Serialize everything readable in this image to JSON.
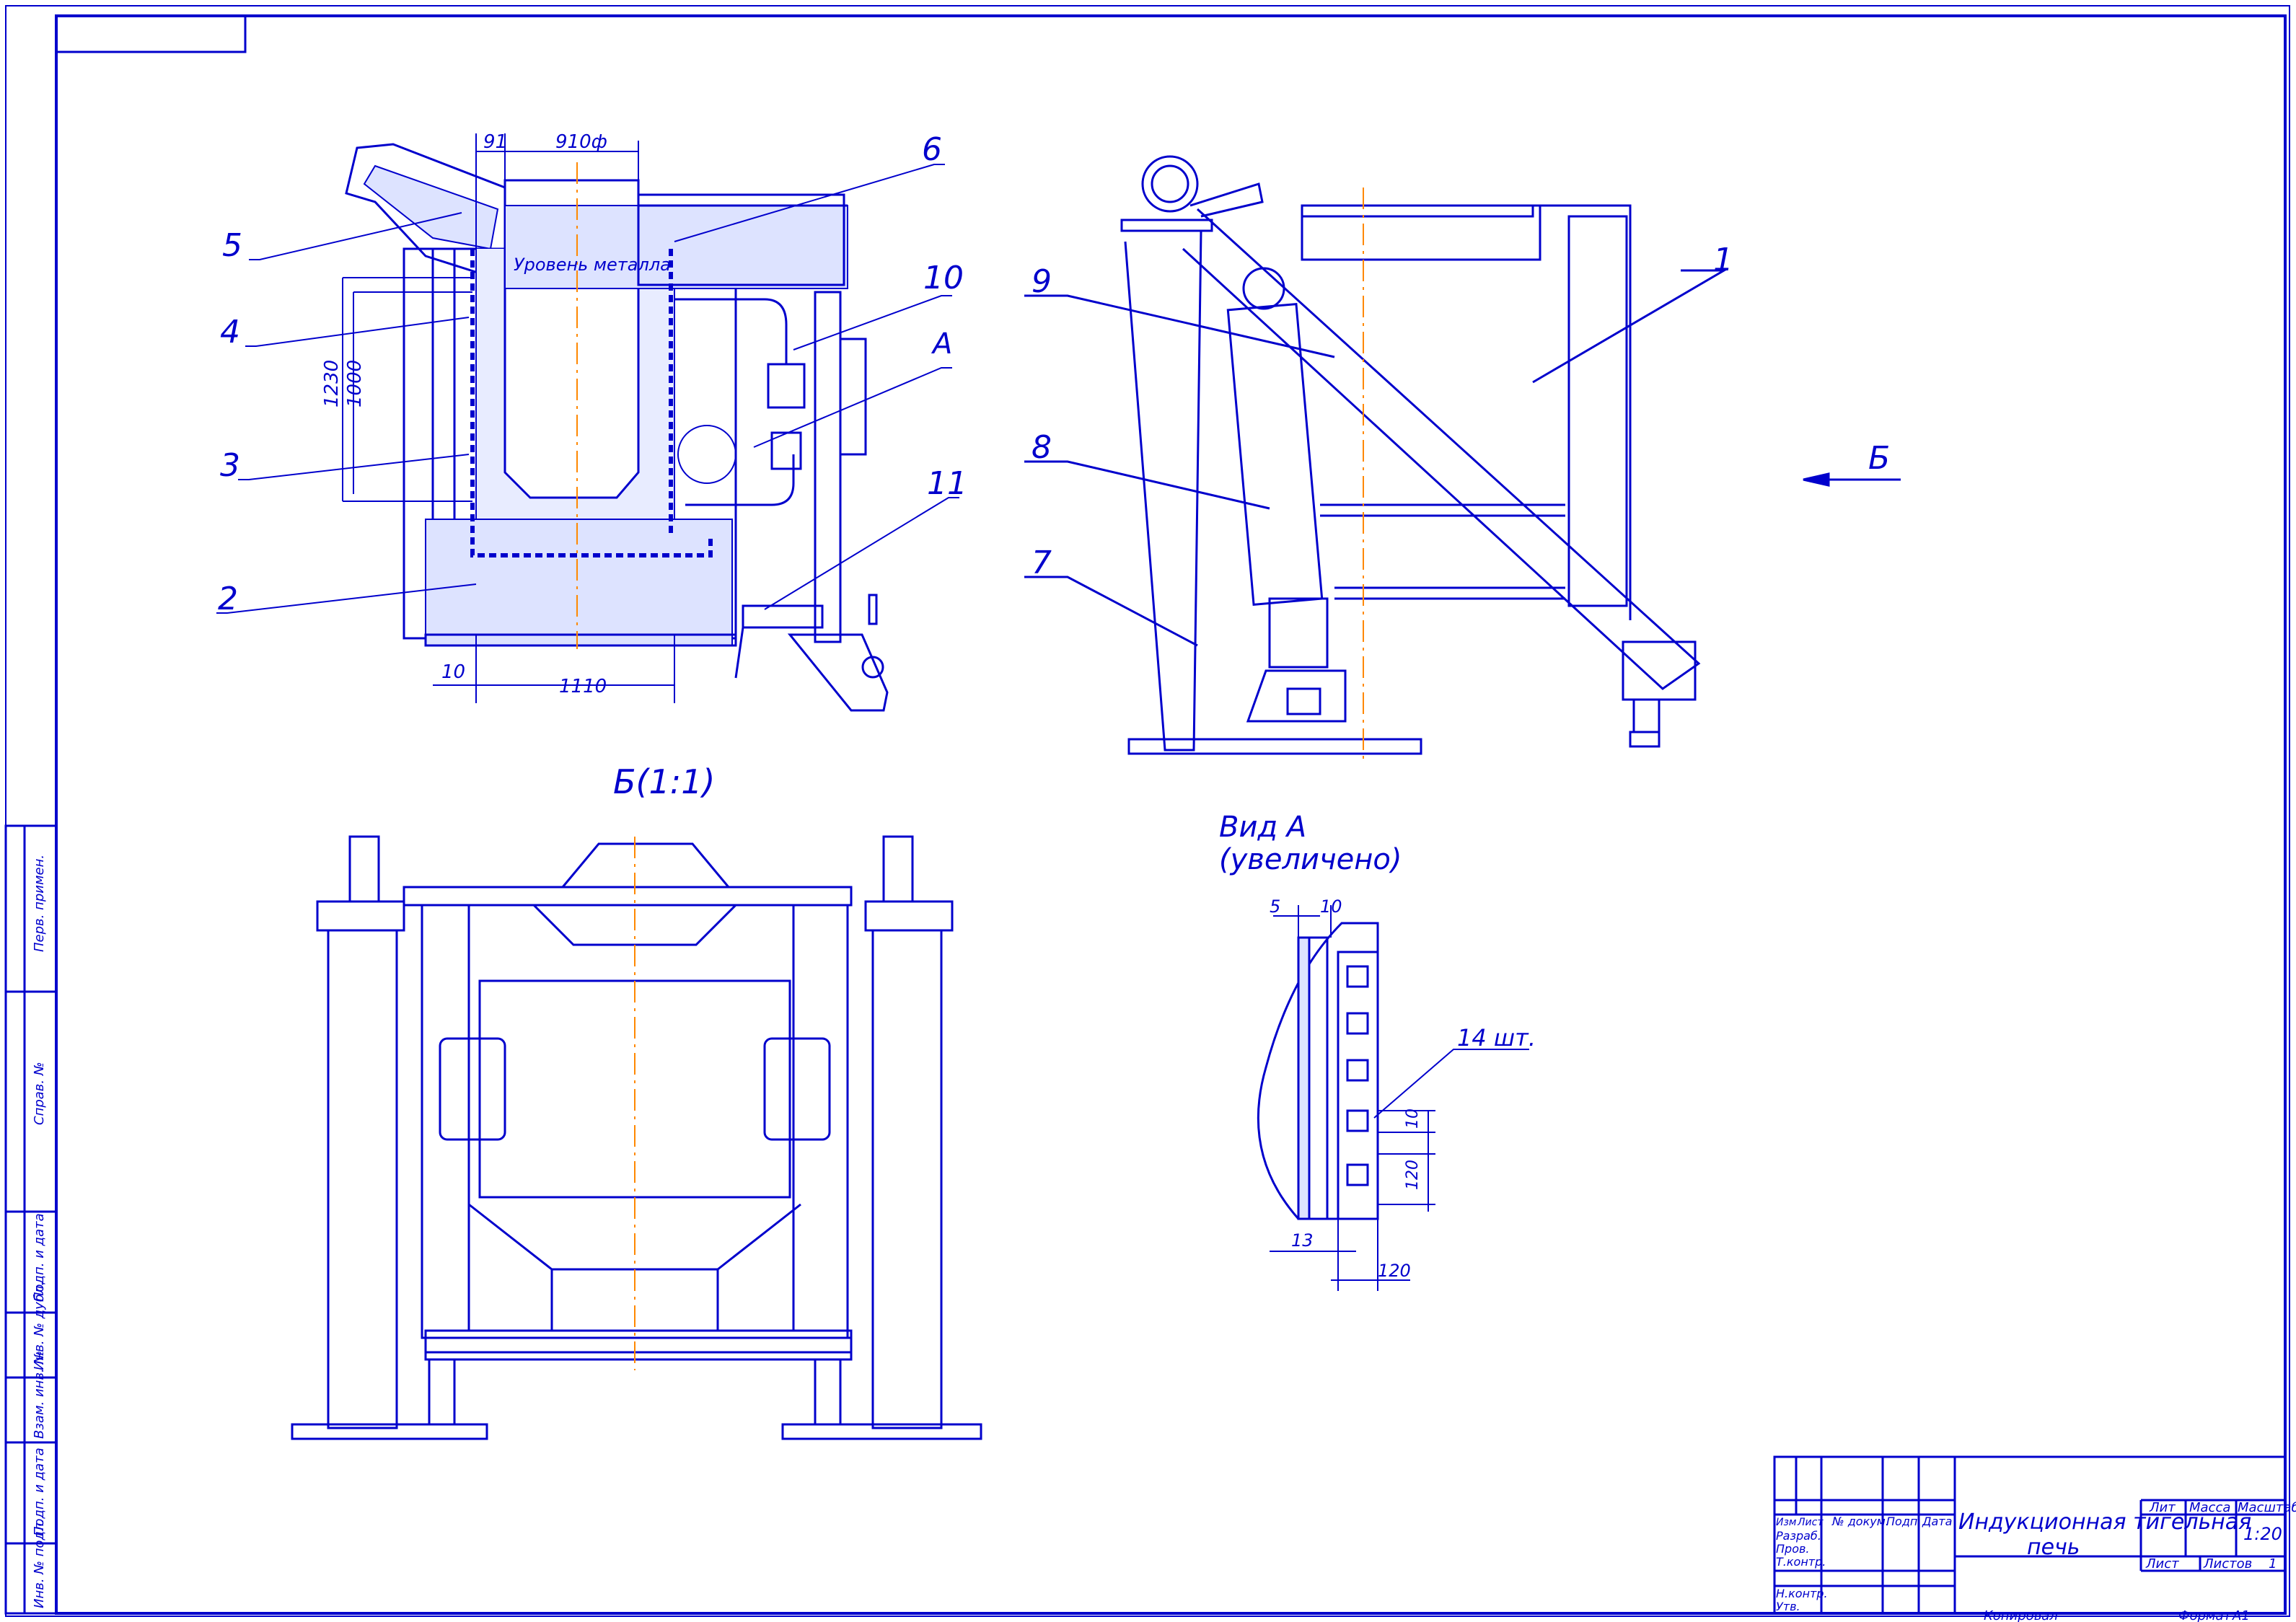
{
  "callouts": [
    "1",
    "2",
    "3",
    "4",
    "5",
    "6",
    "7",
    "8",
    "9",
    "10",
    "11",
    "А",
    "Б"
  ],
  "dimensions": {
    "d91": "91",
    "d910": "910ф",
    "d1230": "1230",
    "d1000": "1000",
    "d10": "10",
    "d1110": "1110",
    "va5": "5",
    "va10": "10",
    "va10b": "10",
    "va120a": "120",
    "va13": "13",
    "va120b": "120"
  },
  "labels": {
    "metal_level": "Уровень металла",
    "view_b": "Б(1:1)",
    "view_a_line1": "Вид А",
    "view_a_line2": "(увеличено)",
    "count": "14 шт."
  },
  "title_block": {
    "name_line1": "Индукционная тигельная",
    "name_line2": "печь",
    "h_lit": "Лит",
    "h_mass": "Масса",
    "h_scale": "Масштаб",
    "scale": "1:20",
    "sheet": "Лист",
    "sheets": "Листов",
    "sheets_count": "1",
    "izm": "Изм",
    "list": "Лист",
    "ndoc": "№ докум.",
    "podp": "Подп.",
    "data": "Дата",
    "razrab": "Разраб.",
    "prov": "Пров.",
    "tkontr": "Т.контр.",
    "nkontr": "Н.контр.",
    "utv": "Утв.",
    "copied": "Копировал",
    "format": "Формат",
    "format_val": "А1"
  },
  "side_stamp": [
    "Перв. примен.",
    "Справ. №",
    "Подп. и дата",
    "Инв. № дубл.",
    "Взам. инв. №",
    "Подп. и дата",
    "Инв. № подл."
  ]
}
